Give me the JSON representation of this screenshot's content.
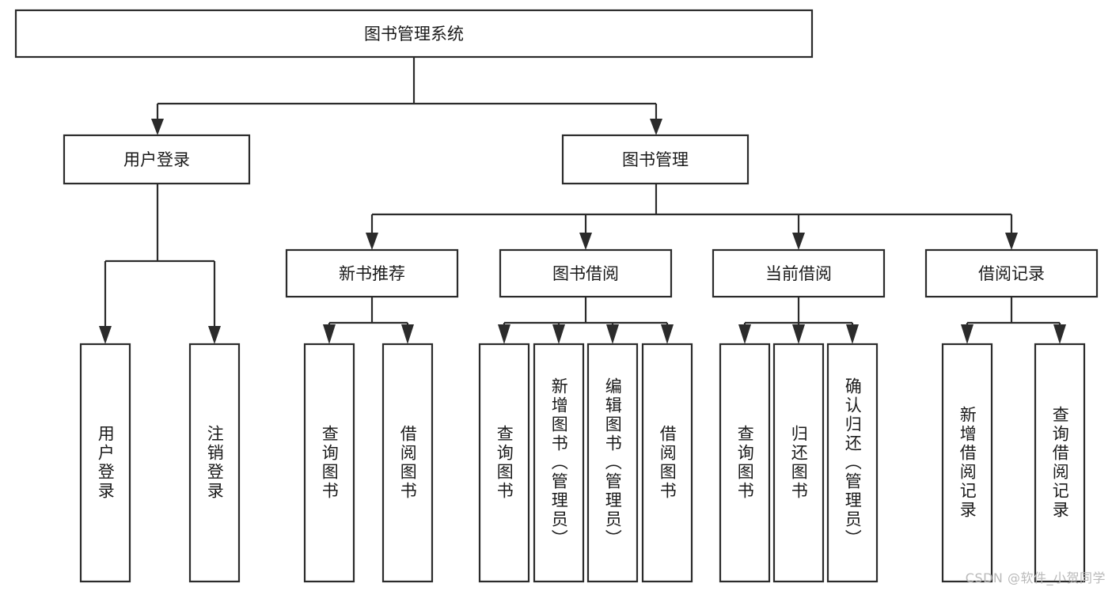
{
  "diagram": {
    "type": "tree",
    "title": "图书管理系统",
    "watermark": "CSDN @软件_小贺同学",
    "colors": {
      "stroke": "#2b2b2b",
      "fill": "#ffffff",
      "text": "#1a1a1a",
      "watermark": "#b9b9b9",
      "background": "#ffffff"
    },
    "levels": {
      "root": {
        "label": "图书管理系统"
      },
      "level2": [
        {
          "label": "用户登录"
        },
        {
          "label": "图书管理"
        }
      ],
      "level3": [
        {
          "label": "新书推荐"
        },
        {
          "label": "图书借阅"
        },
        {
          "label": "当前借阅"
        },
        {
          "label": "借阅记录"
        }
      ]
    },
    "nodes": {
      "root": {
        "label": "图书管理系统",
        "orientation": "horizontal"
      },
      "user_login": {
        "label": "用户登录",
        "orientation": "horizontal"
      },
      "book_manage": {
        "label": "图书管理",
        "orientation": "horizontal"
      },
      "new_book_rec": {
        "label": "新书推荐",
        "orientation": "horizontal"
      },
      "book_borrow": {
        "label": "图书借阅",
        "orientation": "horizontal"
      },
      "current_borrow": {
        "label": "当前借阅",
        "orientation": "horizontal"
      },
      "borrow_record": {
        "label": "借阅记录",
        "orientation": "horizontal"
      },
      "leaf_user_login": {
        "label": "用户登录",
        "orientation": "vertical"
      },
      "leaf_user_logout": {
        "label": "注销登录",
        "orientation": "vertical"
      },
      "leaf_query_book_1": {
        "label": "查询图书",
        "orientation": "vertical"
      },
      "leaf_borrow_book_1": {
        "label": "借阅图书",
        "orientation": "vertical"
      },
      "leaf_query_book_2": {
        "label": "查询图书",
        "orientation": "vertical"
      },
      "leaf_add_book": {
        "label": "新增图书（管理员）",
        "orientation": "vertical"
      },
      "leaf_edit_book": {
        "label": "编辑图书（管理员）",
        "orientation": "vertical"
      },
      "leaf_borrow_book_2": {
        "label": "借阅图书",
        "orientation": "vertical"
      },
      "leaf_query_book_3": {
        "label": "查询图书",
        "orientation": "vertical"
      },
      "leaf_return_book": {
        "label": "归还图书",
        "orientation": "vertical"
      },
      "leaf_confirm_return": {
        "label": "确认归还（管理员）",
        "orientation": "vertical"
      },
      "leaf_add_record": {
        "label": "新增借阅记录",
        "orientation": "vertical"
      },
      "leaf_query_record": {
        "label": "查询借阅记录",
        "orientation": "vertical"
      }
    },
    "edges": [
      {
        "from": "root",
        "to": "user_login"
      },
      {
        "from": "root",
        "to": "book_manage"
      },
      {
        "from": "user_login",
        "to": "leaf_user_login"
      },
      {
        "from": "user_login",
        "to": "leaf_user_logout"
      },
      {
        "from": "book_manage",
        "to": "new_book_rec"
      },
      {
        "from": "book_manage",
        "to": "book_borrow"
      },
      {
        "from": "book_manage",
        "to": "current_borrow"
      },
      {
        "from": "book_manage",
        "to": "borrow_record"
      },
      {
        "from": "new_book_rec",
        "to": "leaf_query_book_1"
      },
      {
        "from": "new_book_rec",
        "to": "leaf_borrow_book_1"
      },
      {
        "from": "book_borrow",
        "to": "leaf_query_book_2"
      },
      {
        "from": "book_borrow",
        "to": "leaf_add_book"
      },
      {
        "from": "book_borrow",
        "to": "leaf_edit_book"
      },
      {
        "from": "book_borrow",
        "to": "leaf_borrow_book_2"
      },
      {
        "from": "current_borrow",
        "to": "leaf_query_book_3"
      },
      {
        "from": "current_borrow",
        "to": "leaf_return_book"
      },
      {
        "from": "current_borrow",
        "to": "leaf_confirm_return"
      },
      {
        "from": "borrow_record",
        "to": "leaf_add_record"
      },
      {
        "from": "borrow_record",
        "to": "leaf_query_record"
      }
    ]
  }
}
